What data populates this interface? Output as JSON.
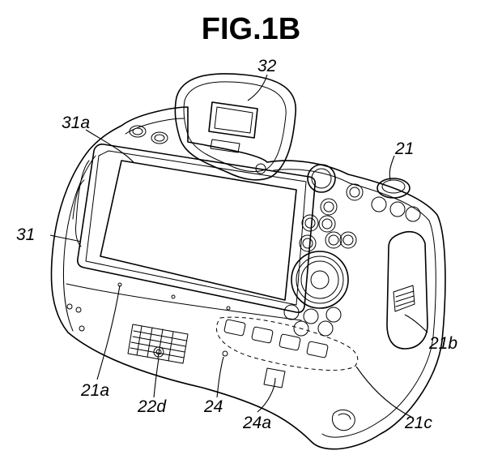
{
  "figure": {
    "title": "FIG.1B",
    "labels": {
      "ref_32": "32",
      "ref_31a": "31a",
      "ref_21": "21",
      "ref_31": "31",
      "ref_21b": "21b",
      "ref_21a": "21a",
      "ref_22d": "22d",
      "ref_24": "24",
      "ref_24a": "24a",
      "ref_21c": "21c"
    }
  }
}
